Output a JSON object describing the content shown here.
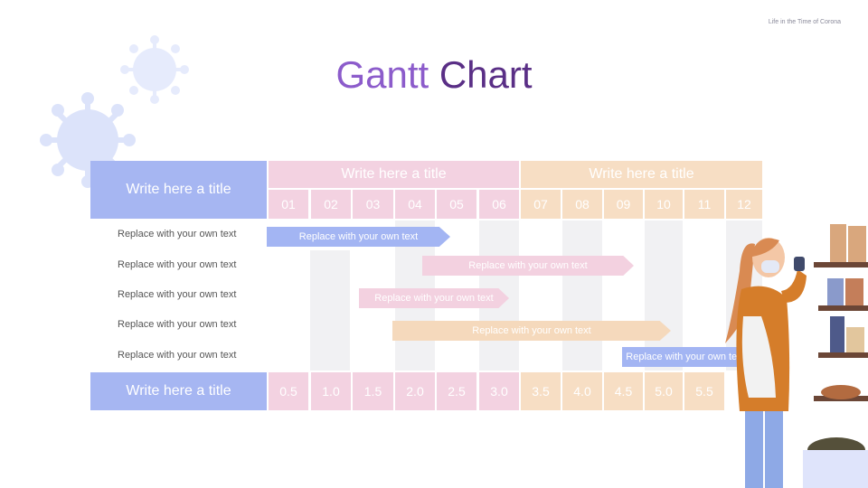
{
  "header": {
    "corner_text": "Life in the Time of Corona"
  },
  "title": {
    "part1": "Gantt",
    "part2": "Chart"
  },
  "table": {
    "left_header": "Write here a title",
    "group1_title": "Write here a title",
    "group2_title": "Write here a title",
    "months": [
      "01",
      "02",
      "03",
      "04",
      "05",
      "06",
      "07",
      "08",
      "09",
      "10",
      "11",
      "12"
    ],
    "footer_title": "Write here a title",
    "footer_values": [
      "0.5",
      "1.0",
      "1.5",
      "2.0",
      "2.5",
      "3.0",
      "3.5",
      "4.0",
      "4.5",
      "5.0",
      "5.5"
    ],
    "rows": [
      "Replace with your own text",
      "Replace with your own text",
      "Replace with your own text",
      "Replace with your own text",
      "Replace with your own text"
    ],
    "bars": [
      "Replace with your own text",
      "Replace with your own text",
      "Replace with your own text",
      "Replace with your own text",
      "Replace with your own text"
    ]
  },
  "colors": {
    "blue": "#a6b6f2",
    "pink": "#f3d2e1",
    "peach": "#f7dec4",
    "bar_blue": "#a3b5f3",
    "bar_pink": "#f3d1e0",
    "bar_peach": "#f5d9bc",
    "virus": "#dfe5fb"
  }
}
